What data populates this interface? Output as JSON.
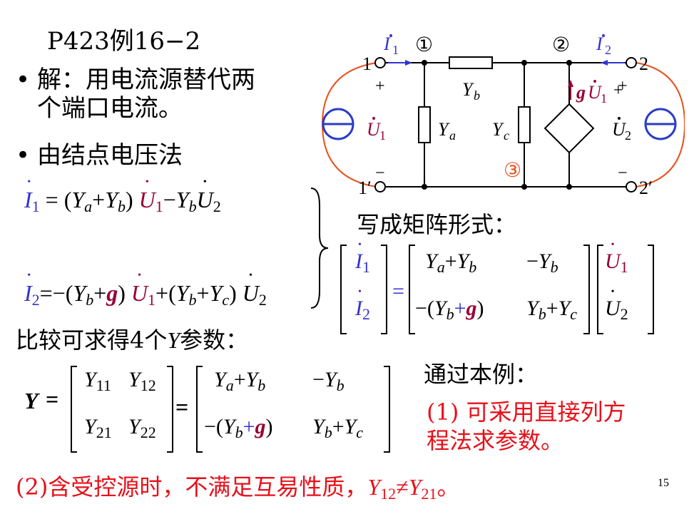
{
  "title": "P423例16−2",
  "bullets": {
    "b1_line1": "解：用电流源替代两",
    "b1_line2": "个端口电流。",
    "b2": "由结点电压法"
  },
  "eq1": {
    "I1": "I",
    "sub1": "1",
    "eq": " = (",
    "Ya": "Y",
    "a": "a",
    "plus": "+",
    "Yb": "Y",
    "b": "b",
    "close": ") ",
    "U1": "U",
    "u1": "1",
    "minus": "−",
    "Yb2": "Y",
    "b2": "b",
    "U2": "U",
    "u2": "2"
  },
  "eq2": {
    "I2": "I",
    "sub2": "2",
    "eq": "=−(",
    "Yb": "Y",
    "b": "b",
    "plus": "+",
    "g": "g",
    "close": ") ",
    "U1": "U",
    "u1": "1",
    "plus2": "+(",
    "Yb2": "Y",
    "b2": "b",
    "plus3": "+",
    "Yc": "Y",
    "c": "c",
    "close2": ") ",
    "U2": "U",
    "u2": "2"
  },
  "matrix_title": "写成矩阵形式：",
  "compare": {
    "text": "比较可求得4个",
    "Y": "Y",
    "rest": "参数："
  },
  "ymatrix": {
    "label": "Y",
    "eq": "=",
    "y11": "Y",
    "s11": "11",
    "y12": "Y",
    "s12": "12",
    "y21": "Y",
    "s21": "21",
    "y22": "Y",
    "s22": "22"
  },
  "rhs_matrix": {
    "r1c1": "Y_a+Y_b",
    "r1c2": "−Y_b",
    "r2c1": "−(Y_b+g)",
    "r2c2": "Y_b+Y_c"
  },
  "conclusion": {
    "heading": "通过本例：",
    "point1_line1": "(1) 可采用直接列方",
    "point1_line2": "程法求参数。",
    "point2_text": "(2)含受控源时，不满足互易性质，",
    "point2_Y12": "Y",
    "point2_s12": "12",
    "point2_neq": "≠",
    "point2_Y21": "Y",
    "point2_s21": "21",
    "point2_end": "。"
  },
  "circuit": {
    "node1": "①",
    "node2": "②",
    "node3": "③",
    "port1": "1",
    "port1p": "1′",
    "port2": "2",
    "port2p": "2′",
    "I1": "I",
    "I1sub": "1",
    "I2": "I",
    "I2sub": "2",
    "plus": "+",
    "minus": "−",
    "Yb": "Y",
    "b": "b",
    "Ya": "Y",
    "a": "a",
    "Yc": "Y",
    "c": "c",
    "U1": "U",
    "U1sub": "1",
    "U2": "U",
    "U2sub": "2",
    "gU1_g": "g",
    "gU1_U": "U",
    "gU1_sub": "1"
  },
  "page_number": "15",
  "colors": {
    "blue": "#3333cc",
    "maroon": "#990033",
    "red": "#e8101a",
    "orange": "#e8501a",
    "source_blue": "#2a3cc8"
  }
}
